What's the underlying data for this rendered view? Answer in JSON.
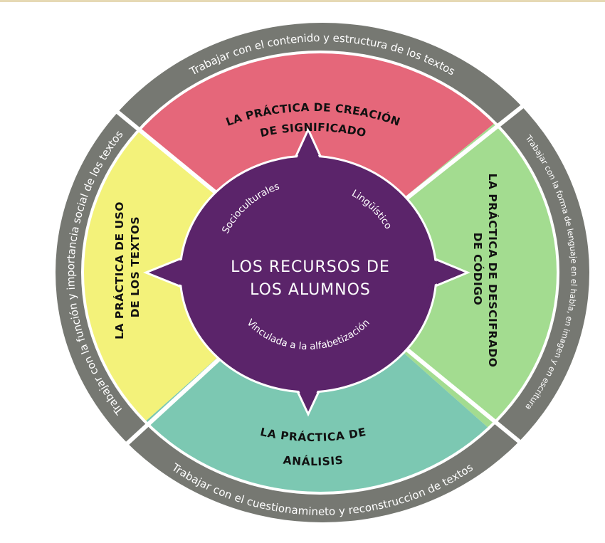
{
  "colors": {
    "ring": "#767872",
    "creacion": "#E5677A",
    "descifrado": "#A3DC90",
    "analisis": "#7CC8B2",
    "uso": "#F3F27A",
    "center": "#5B246A"
  },
  "ring": {
    "top": "Trabajar con el contenido y estructura de los textos",
    "right": "Trabajar con la forma de lenguaje en el habla, en imagen y en escritura",
    "bottom": "Trabajar con el cuestionamineto y reconstruccion de textos",
    "left": "Trabajar con la función y importancia social de los textos"
  },
  "quadrants": {
    "top": {
      "line1": "LA PRÁCTICA DE CREACIÓN",
      "line2": "DE SIGNIFICADO"
    },
    "right": {
      "line1": "LA PRÁCTICA DE DESCIFRADO",
      "line2": "DE CÓDIGO"
    },
    "bottom": {
      "line1": "LA PRÁCTICA DE",
      "line2": "ANÁLISIS"
    },
    "left": {
      "line1": "LA  PRÁCTICA  DE  USO",
      "line2": "DE LOS TEXTOS"
    }
  },
  "center": {
    "title1": "LOS RECURSOS DE",
    "title2": "LOS ALUMNOS",
    "resource1": "Socioculturales",
    "resource2": "Lingüístico",
    "resource3": "Vinculada a la alfabetización"
  }
}
